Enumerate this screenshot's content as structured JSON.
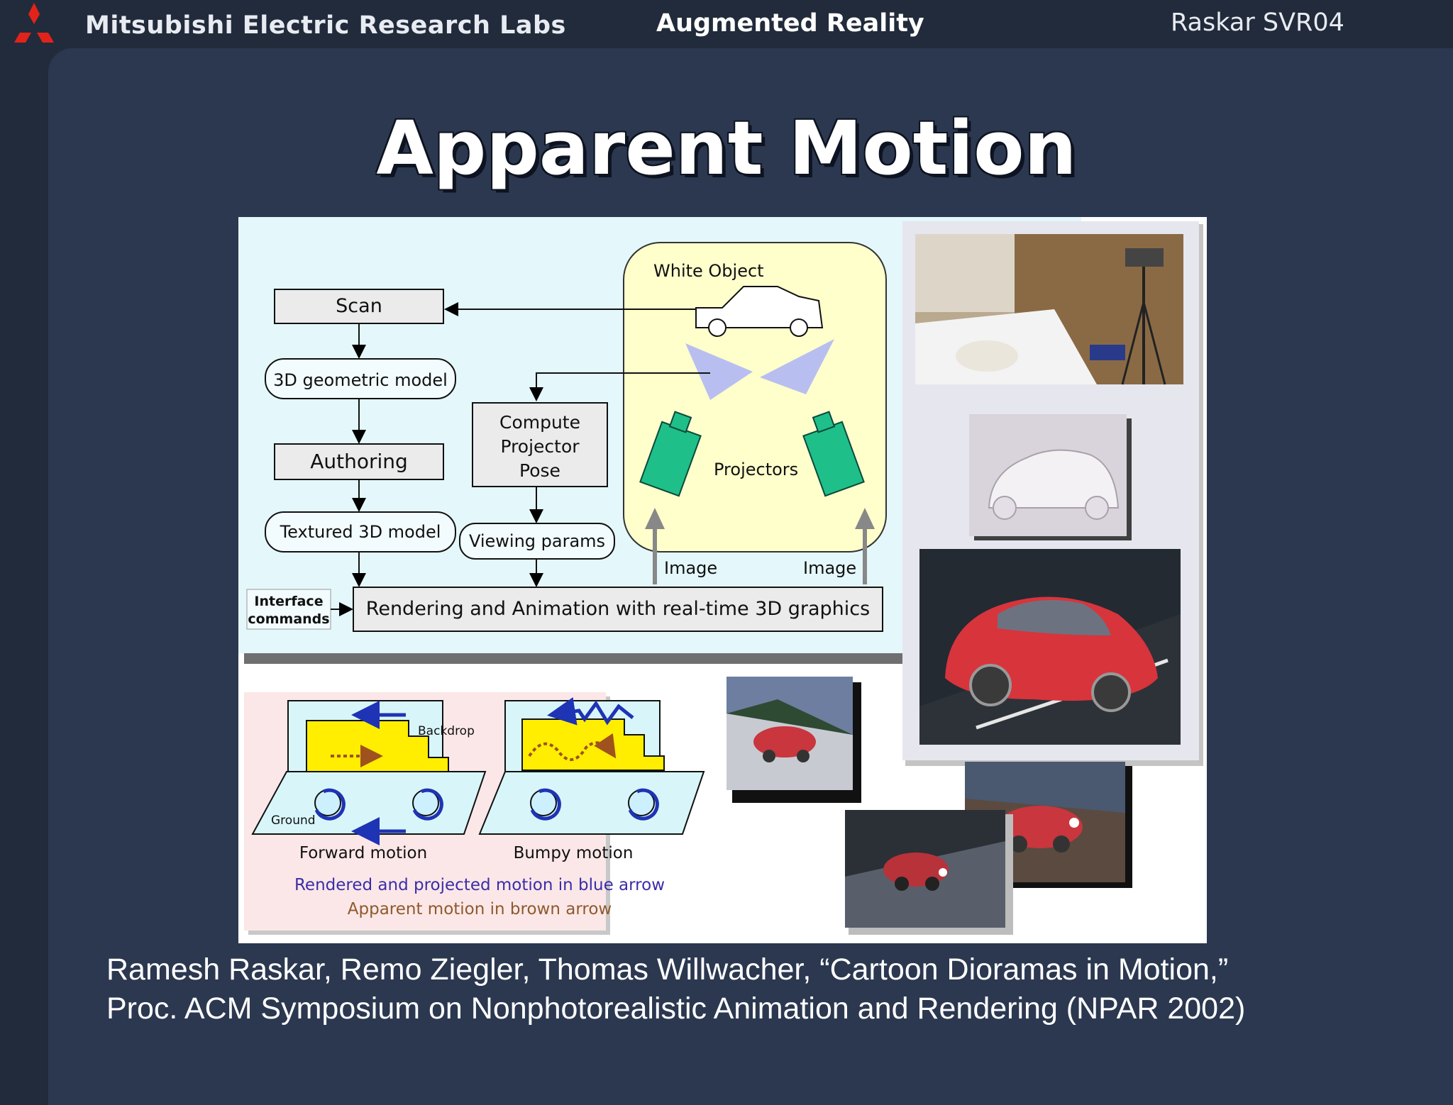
{
  "header": {
    "organization": "Mitsubishi Electric Research Labs",
    "topic": "Augmented Reality",
    "reference": "Raskar SVR04"
  },
  "slide": {
    "title": "Apparent Motion"
  },
  "pipeline": {
    "scan": "Scan",
    "geometric_model": "3D geometric model",
    "authoring": "Authoring",
    "textured_model": "Textured 3D model",
    "compute_pose_line1": "Compute",
    "compute_pose_line2": "Projector",
    "compute_pose_line3": "Pose",
    "viewing_params": "Viewing params",
    "white_object": "White Object",
    "projectors": "Projectors",
    "image_left": "Image",
    "image_right": "Image",
    "interface_line1": "Interface",
    "interface_line2": "commands",
    "rendering": "Rendering and Animation with real-time 3D graphics"
  },
  "motion_diagram": {
    "backdrop": "Backdrop",
    "ground": "Ground",
    "forward_motion": "Forward motion",
    "bumpy_motion": "Bumpy motion",
    "legend_blue": "Rendered and projected motion in blue arrow",
    "legend_brown": "Apparent motion in brown arrow"
  },
  "colors": {
    "background": "#222b3b",
    "panel": "#2b3850",
    "projector_green": "#1fbf8a",
    "projector_beam": "#b8bff0",
    "car_red": "#d8343c",
    "van_yellow": "#ffee00",
    "blue_arrow": "#1f33b5",
    "brown_arrow": "#a0521e"
  },
  "caption": {
    "line1": "Ramesh Raskar, Remo Ziegler, Thomas Willwacher, “Cartoon Dioramas in Motion,”",
    "line2": "Proc. ACM Symposium on Nonphotorealistic Animation and Rendering (NPAR 2002)"
  }
}
